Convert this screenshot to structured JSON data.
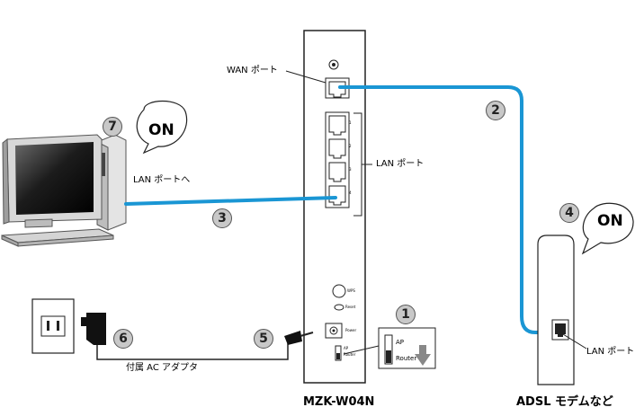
{
  "router": {
    "model": "MZK-W04N",
    "wan_port_label": "WAN ポート",
    "lan_port_label": "LAN ポート",
    "port_numbers": [
      "1",
      "2",
      "3",
      "4"
    ],
    "wps_label": "WPS",
    "reset_label": "Reset",
    "power_label": "Power",
    "mode_switch_labels": [
      "AP",
      "Router"
    ]
  },
  "computer": {
    "lan_port_label": "LAN ポートへ"
  },
  "modem": {
    "name": "ADSL モデムなど",
    "lan_port_label": "LAN ポート"
  },
  "adapter": {
    "label": "付属 AC アダプタ"
  },
  "steps": [
    "1",
    "2",
    "3",
    "4",
    "5",
    "6",
    "7"
  ],
  "on_labels": [
    "ON",
    "ON"
  ],
  "switch_callout": {
    "labels": [
      "AP",
      "Router"
    ]
  },
  "colors": {
    "cable": "#1a96d4",
    "line": "#000000"
  }
}
